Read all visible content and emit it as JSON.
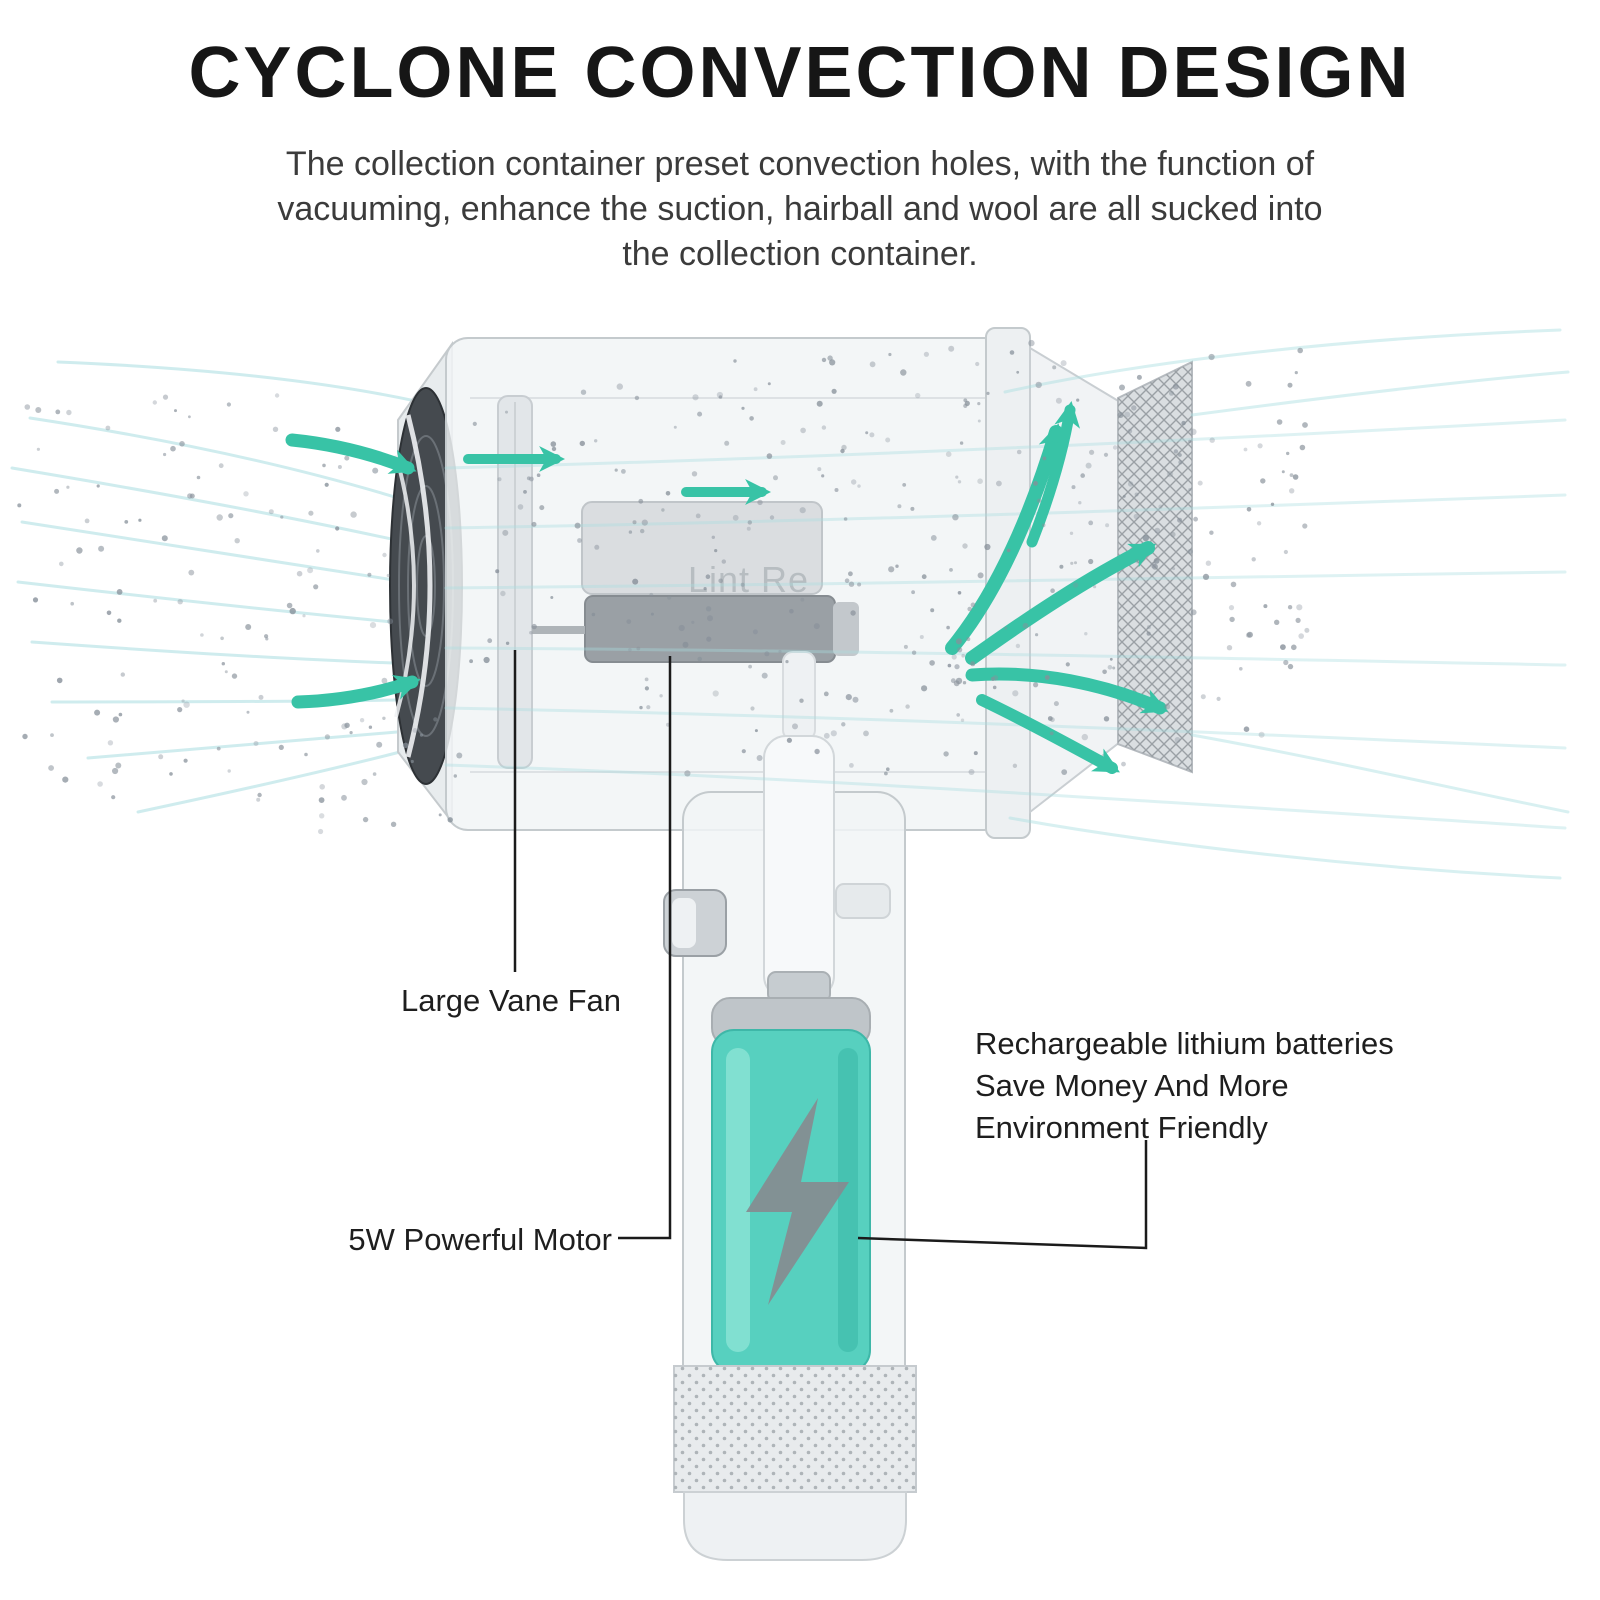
{
  "header": {
    "title": "CYCLONE CONVECTION DESIGN",
    "subtitle_lines": [
      "The collection container preset convection holes, with the function of",
      "vacuuming, enhance the suction, hairball and wool are all sucked into",
      "the collection container."
    ]
  },
  "diagram": {
    "watermark": "Lint Re",
    "callouts": {
      "fan": {
        "label": "Large Vane Fan"
      },
      "motor": {
        "label": "5W Powerful Motor"
      },
      "battery": {
        "lines": [
          "Rechargeable lithium batteries",
          "Save Money And More",
          "Environment Friendly"
        ]
      }
    },
    "colors": {
      "accent_teal": "#38c3a6",
      "streamline_cyan": "#a8dde0",
      "battery_teal": "#57d0bf",
      "grille_dark": "#454a4f",
      "particle_gray": "#87909a",
      "callout_line": "#1b1b1b",
      "title_text": "#161616",
      "body_text": "#3b3b3b"
    }
  }
}
